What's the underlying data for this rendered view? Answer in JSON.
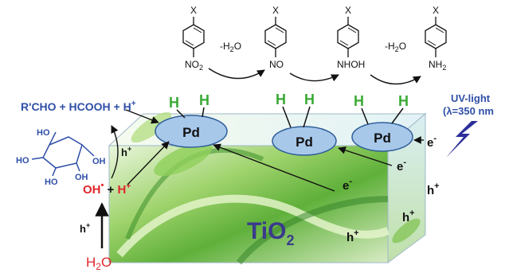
{
  "colors": {
    "blue_text": "#2f4fa8",
    "red_text": "#e0262b",
    "green_h": "#3aaa35",
    "pd_fill": "#a8c8ea",
    "pd_stroke": "#2f5f9a",
    "tio2_label": "#3a3a8c",
    "uv_bolt": "#2b2e9a"
  },
  "molecules": [
    {
      "x": "X",
      "group": "NO",
      "sub": "2"
    },
    {
      "x": "X",
      "group": "NO",
      "sub": ""
    },
    {
      "x": "X",
      "group": "NHOH",
      "sub": ""
    },
    {
      "x": "X",
      "group": "NH",
      "sub": "2"
    }
  ],
  "water_loss_1": {
    "pre": "-H",
    "sub": "2",
    "post": "O"
  },
  "water_loss_2": {
    "pre": "-H",
    "sub": "2",
    "post": "O"
  },
  "pd_label": "Pd",
  "hydrogen_label": "H",
  "products_line": {
    "text": "R'CHO + HCOOH + H",
    "sup": "+"
  },
  "radical_line": {
    "oh": "OH",
    "dot": "•",
    "plus": " + ",
    "h": "H",
    "sup": "+"
  },
  "hole": {
    "base": "h",
    "sup": "+"
  },
  "electron": {
    "base": "e",
    "sup": "-"
  },
  "water": {
    "pre": "H",
    "sub": "2",
    "post": "O"
  },
  "uv_line1": "UV-light",
  "uv_line2": "(λ=350 nm",
  "tio2": {
    "base": "TiO",
    "sub": "2"
  },
  "glucose_labels": [
    "HO",
    "HO",
    "HO",
    "OH",
    "OH"
  ]
}
